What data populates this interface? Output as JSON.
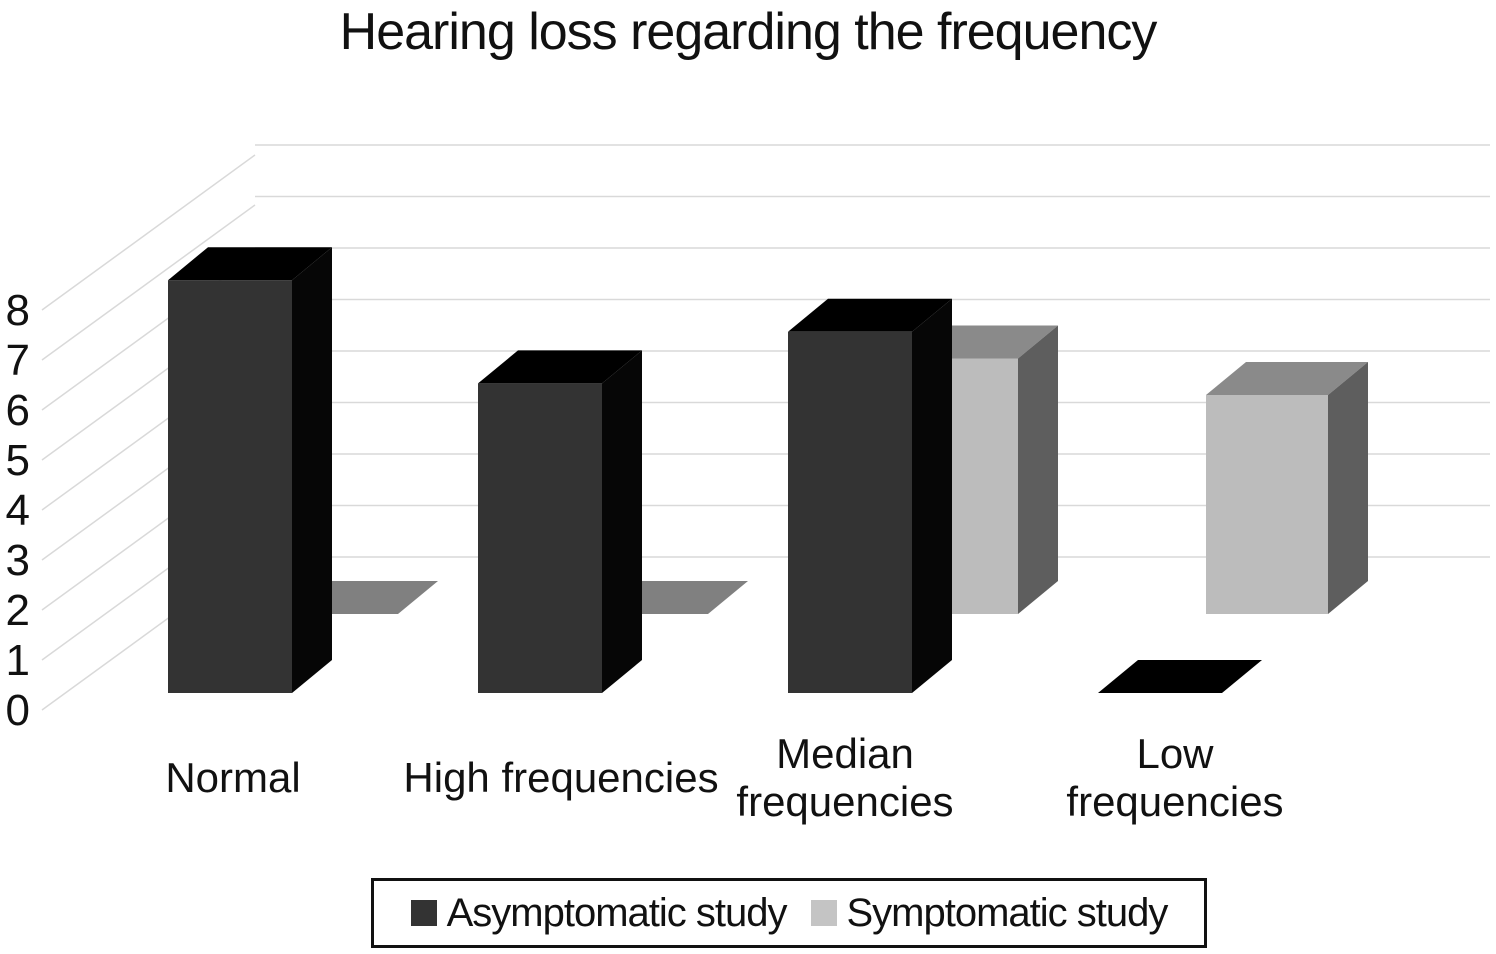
{
  "title": "Hearing loss regarding the frequency",
  "chart_data": {
    "type": "bar",
    "projection": "3d-perspective",
    "title": "Hearing loss regarding the frequency",
    "categories": [
      "Normal",
      "High frequencies",
      "Median frequencies",
      "Low frequencies"
    ],
    "categories_display": [
      [
        "Normal"
      ],
      [
        "High frequencies"
      ],
      [
        "Median",
        "frequencies"
      ],
      [
        "Low",
        "frequencies"
      ]
    ],
    "series": [
      {
        "name": "Asymptomatic study",
        "values": [
          8,
          6,
          7,
          0
        ],
        "colors": {
          "front": "#333333",
          "side": "#060606",
          "top": "#000000",
          "flat": "#000000"
        }
      },
      {
        "name": "Symptomatic study",
        "values": [
          0,
          0,
          7,
          6
        ],
        "colors": {
          "front": "#bcbcbc",
          "side": "#5e5e5e",
          "top": "#8a8a8a",
          "flat": "#808080"
        }
      }
    ],
    "xlabel": "",
    "ylabel": "",
    "ylim": [
      0,
      8
    ],
    "yticks": [
      0,
      1,
      2,
      3,
      4,
      5,
      6,
      7,
      8
    ],
    "grid": true,
    "gridline_color": "#d9d9d9",
    "text_color": "#111111",
    "legend_position": "bottom"
  },
  "legend": {
    "items": [
      {
        "label": "Asymptomatic study",
        "swatch": "#333333"
      },
      {
        "label": "Symptomatic study",
        "swatch": "#c4c4c4"
      }
    ]
  }
}
